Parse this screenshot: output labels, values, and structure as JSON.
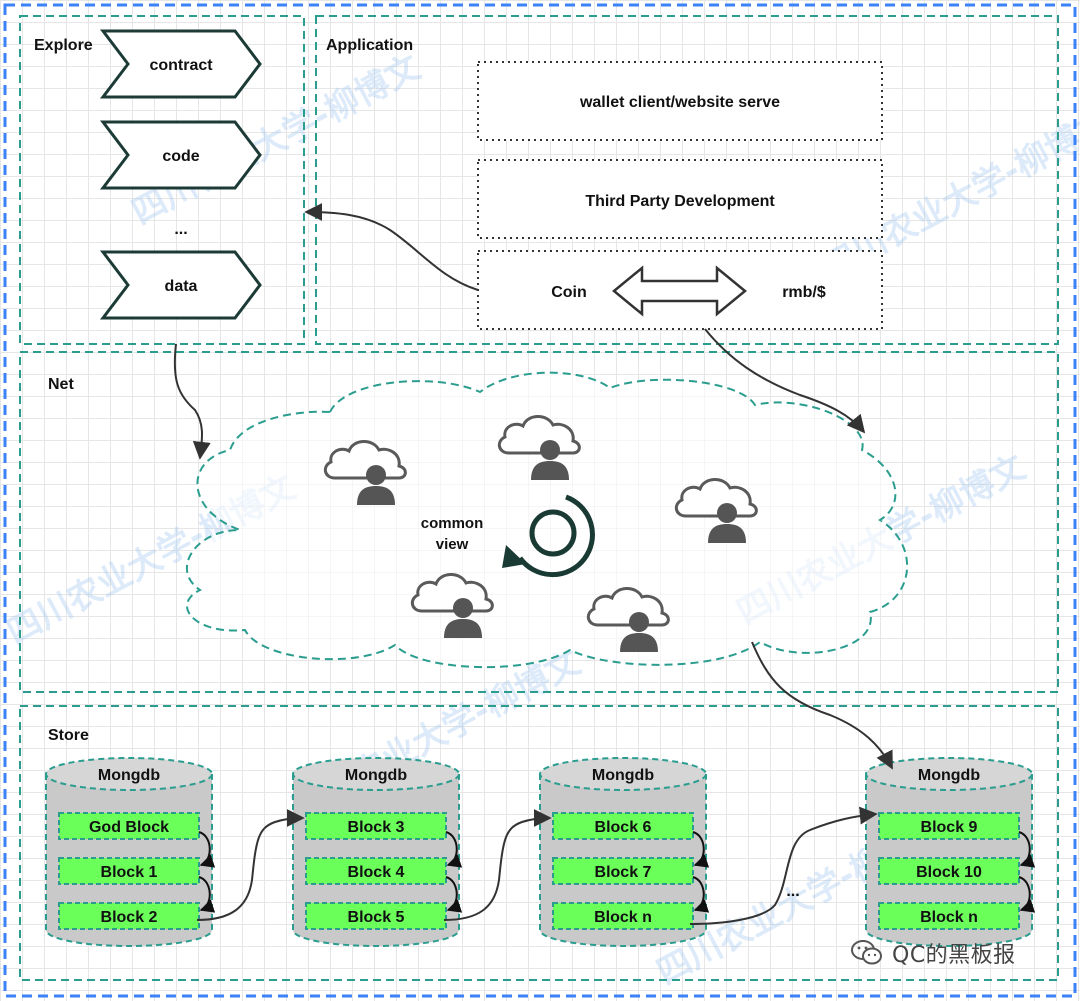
{
  "sections": {
    "explore": "Explore",
    "application": "Application",
    "net": "Net",
    "store": "Store"
  },
  "explore_items": [
    "contract",
    "code",
    "...",
    "data"
  ],
  "application_rows": {
    "wallet": "wallet client/website serve",
    "third_party": "Third Party Development",
    "coin": "Coin",
    "fiat": "rmb/$"
  },
  "net": {
    "consensus": [
      "common",
      "view"
    ]
  },
  "store": {
    "db_label": "Mongdb",
    "ellipsis": "...",
    "databases": [
      [
        "God Block",
        "Block 1",
        "Block 2"
      ],
      [
        "Block 3",
        "Block 4",
        "Block 5"
      ],
      [
        "Block 6",
        "Block 7",
        "Block n"
      ],
      [
        "Block 9",
        "Block 10",
        "Block n"
      ]
    ]
  },
  "watermark": "四川农业大学-柳博文",
  "wechat_caption": "QC的黑板报",
  "colors": {
    "outer_border": "#3b82f6",
    "section_border": "#2a9d8f",
    "block_fill": "#6bff5a",
    "block_border": "#2a9d8f",
    "db_fill": "#c9c9c9",
    "chevron_stroke": "#1c3b36",
    "arrow": "#333333",
    "person_icon": "#555555"
  }
}
